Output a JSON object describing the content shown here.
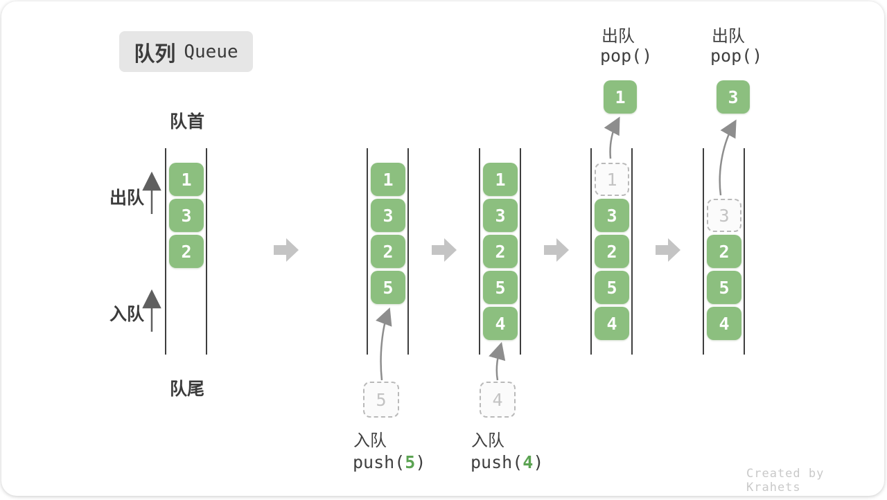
{
  "title": {
    "zh": "队列",
    "en": "Queue"
  },
  "side_labels": {
    "front": "队首",
    "rear": "队尾",
    "dequeue": "出队",
    "enqueue": "入队"
  },
  "states": {
    "s1": {
      "slots": [
        "1",
        "3",
        "2"
      ]
    },
    "s2": {
      "slots": [
        "1",
        "3",
        "2",
        "5"
      ],
      "incoming": "5"
    },
    "s3": {
      "slots": [
        "1",
        "3",
        "2",
        "5",
        "4"
      ],
      "incoming": "4"
    },
    "s4": {
      "ghost": "1",
      "slots": [
        "3",
        "2",
        "5",
        "4"
      ],
      "popped": "1"
    },
    "s5": {
      "ghost": "3",
      "slots": [
        "2",
        "5",
        "4"
      ],
      "popped": "3"
    }
  },
  "ops": {
    "push5": {
      "label": "入队",
      "code_pre": "push(",
      "arg": "5",
      "code_post": ")"
    },
    "push4": {
      "label": "入队",
      "code_pre": "push(",
      "arg": "4",
      "code_post": ")"
    },
    "pop1": {
      "label": "出队",
      "code": "pop()"
    },
    "pop2": {
      "label": "出队",
      "code": "pop()"
    }
  },
  "watermark": "Created by Krahets",
  "colors": {
    "element_green": "#8cbf7f",
    "code_arg_green": "#5ba352",
    "ghost_gray": "#b9b9b9",
    "block_arrow_gray": "#c4c4c4",
    "wall_dark": "#3e3e3e",
    "text_dark": "#3b3b3b",
    "badge_bg": "#e6e6e6",
    "watermark_gray": "#c9c9c9"
  }
}
